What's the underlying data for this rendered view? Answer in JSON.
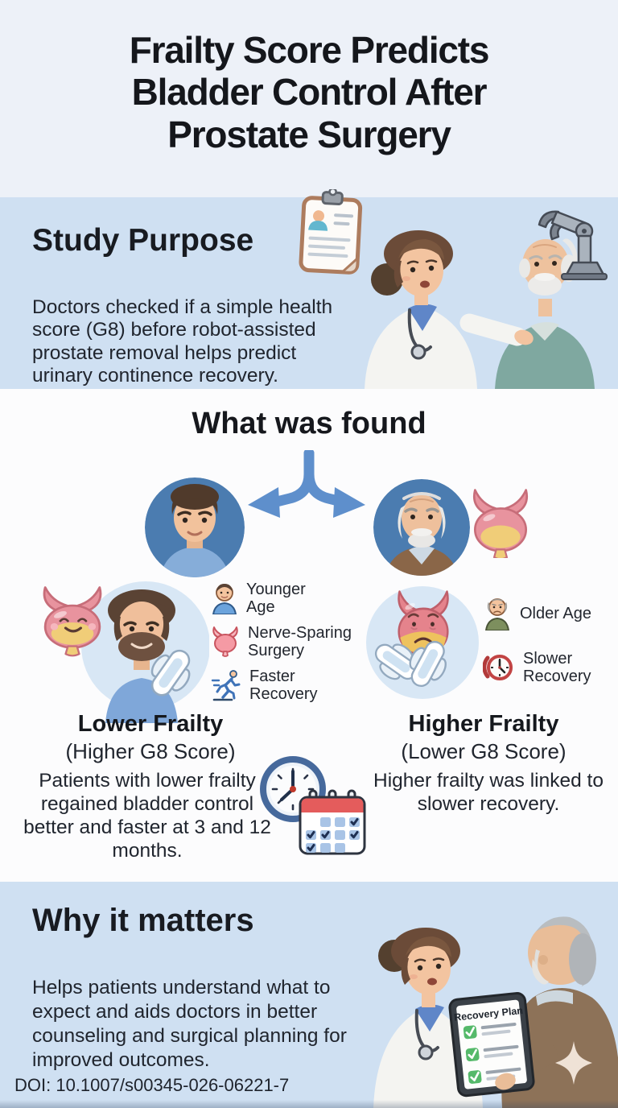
{
  "page": {
    "title": "Frailty Score Predicts Bladder Control After Prostate Surgery"
  },
  "study_purpose": {
    "heading": "Study Purpose",
    "body": "Doctors checked if a simple health score (G8) before robot-assisted prostate removal helps predict urinary continence recovery."
  },
  "findings": {
    "heading": "What was found",
    "left": {
      "label": "Lower Frailty",
      "sublabel": "(Higher G8 Score)",
      "factors": [
        {
          "icon": "young-man-icon",
          "label": "Younger Age"
        },
        {
          "icon": "bladder-icon",
          "label": "Nerve-Sparing Surgery"
        },
        {
          "icon": "running-icon",
          "label": "Faster Recovery"
        }
      ],
      "body": "Patients with lower frailty regained bladder control better and faster at 3 and 12 months."
    },
    "right": {
      "label": "Higher Frailty",
      "sublabel": "(Lower G8 Score)",
      "factors": [
        {
          "icon": "older-man-icon",
          "label": "Older Age"
        },
        {
          "icon": "red-clock-icon",
          "label": "Slower Recovery"
        }
      ],
      "body": "Higher frailty was linked to slower recovery."
    }
  },
  "why_it_matters": {
    "heading": "Why it matters",
    "body": "Helps patients understand what to expect and aids doctors in better counseling and surgical planning for improved outcomes.",
    "tablet_label": "Recovery Plan"
  },
  "footer": {
    "doi": "DOI: 10.1007/s00345-026-06221-7"
  },
  "colors": {
    "band_blue": "#cfe0f2",
    "header_bg": "#edf1f8",
    "content_bg": "#fcfcfd",
    "arrow_blue": "#5e8fcc",
    "avatar_circle_blue": "#4b7cb0",
    "bladder_pink": "#e8939e",
    "bladder_yellow": "#f0cd78",
    "calendar_red": "#e45c5c",
    "check_green": "#55b96a",
    "text_dark": "#1a1d24"
  }
}
